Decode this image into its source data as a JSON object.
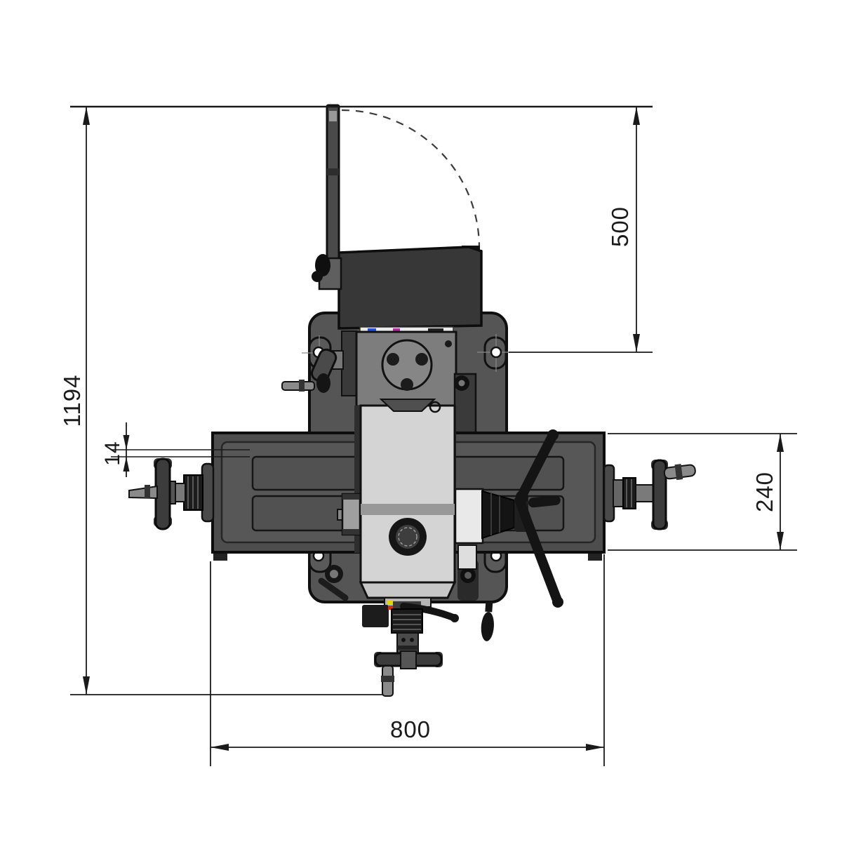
{
  "document": {
    "type": "technical dimensional drawing",
    "subject": "bench milling machine, front elevation with swing-arc of drawbar lever",
    "background_color": "#ffffff",
    "line_color": "#1a1a1a"
  },
  "dimensions": {
    "overall_height": {
      "label": "1194",
      "orientation": "vertical",
      "position": "left edge"
    },
    "head_clearance": {
      "label": "500",
      "orientation": "vertical",
      "position": "upper right"
    },
    "table_lip": {
      "label": "14",
      "orientation": "vertical",
      "position": "left of table"
    },
    "table_depth": {
      "label": "240",
      "orientation": "vertical",
      "position": "right of table"
    },
    "table_length": {
      "label": "800",
      "orientation": "horizontal",
      "position": "below machine"
    }
  }
}
